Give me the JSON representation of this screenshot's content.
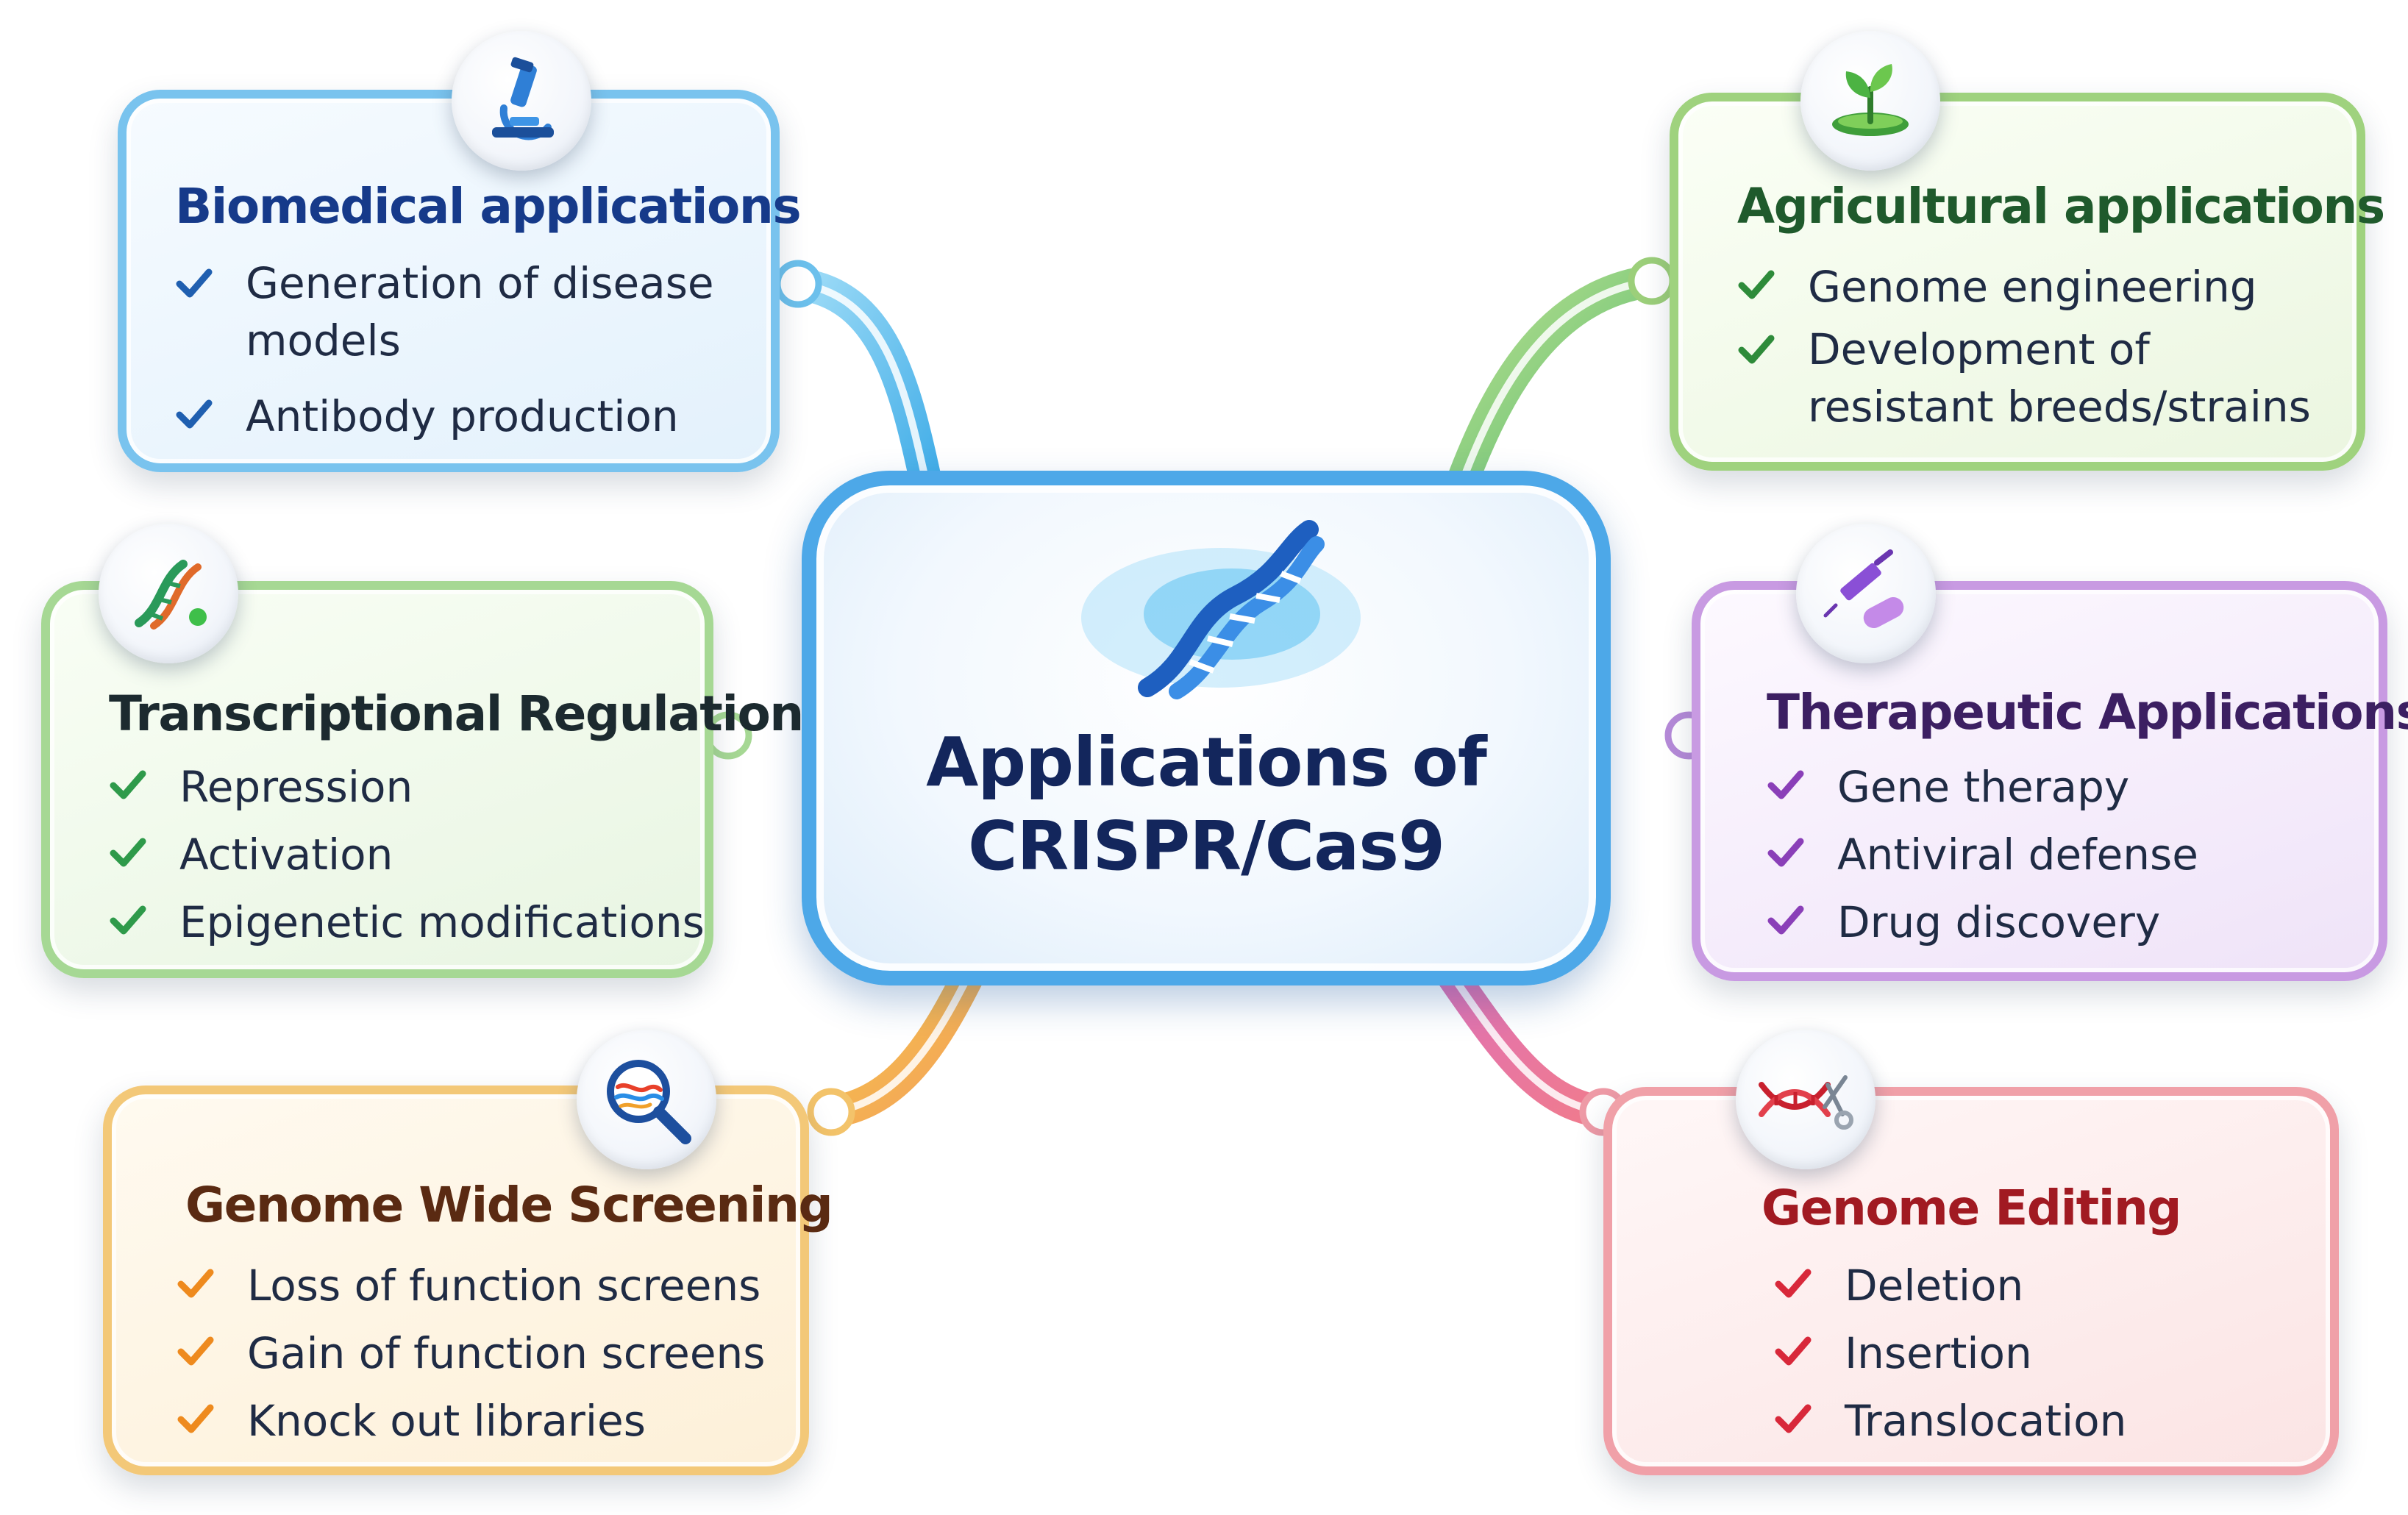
{
  "center": {
    "title_line1": "Applications of",
    "title_line2": "CRISPR/Cas9",
    "icon": "dna-helix-icon"
  },
  "cards": {
    "biomedical": {
      "title": "Biomedical applications",
      "icon": "microscope-icon",
      "accent": "#1f5fb0",
      "items": [
        "Generation of disease models",
        "Antibody production"
      ]
    },
    "agricultural": {
      "title": "Agricultural applications",
      "icon": "plant-sprout-icon",
      "accent": "#2e8b3a",
      "items": [
        "Genome engineering",
        "Development of resistant breeds/strains"
      ]
    },
    "transcriptional": {
      "title": "Transcriptional Regulation",
      "icon": "dna-green-icon",
      "accent": "#2e9a4a",
      "items": [
        "Repression",
        "Activation",
        "Epigenetic modifications"
      ]
    },
    "therapeutic": {
      "title": "Therapeutic Applications",
      "icon": "syringe-pill-icon",
      "accent": "#8a3fb8",
      "items": [
        "Gene therapy",
        "Antiviral defense",
        "Drug discovery"
      ]
    },
    "screening": {
      "title": "Genome Wide Screening",
      "icon": "magnifier-icon",
      "accent": "#ee8a1e",
      "items": [
        "Loss of function screens",
        "Gain of function screens",
        "Knock out libraries"
      ]
    },
    "editing": {
      "title": "Genome Editing",
      "icon": "dna-scissors-icon",
      "accent": "#d8283a",
      "items": [
        "Deletion",
        "Insertion",
        "Translocation"
      ]
    }
  }
}
